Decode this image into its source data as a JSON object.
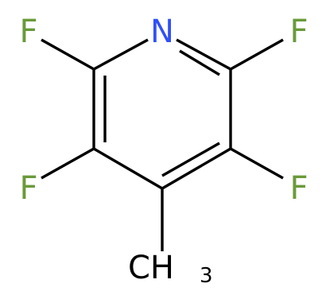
{
  "molecule": {
    "atoms": {
      "nitrogen": "N",
      "f_top_left": "F",
      "f_top_right": "F",
      "f_bottom_left": "F",
      "f_bottom_right": "F",
      "methyl_main": "CH",
      "methyl_sub": "3"
    },
    "colors": {
      "nitrogen": "#3050F8",
      "fluorine": "#6A9A3A",
      "carbon": "#000000",
      "bond": "#000000"
    }
  }
}
